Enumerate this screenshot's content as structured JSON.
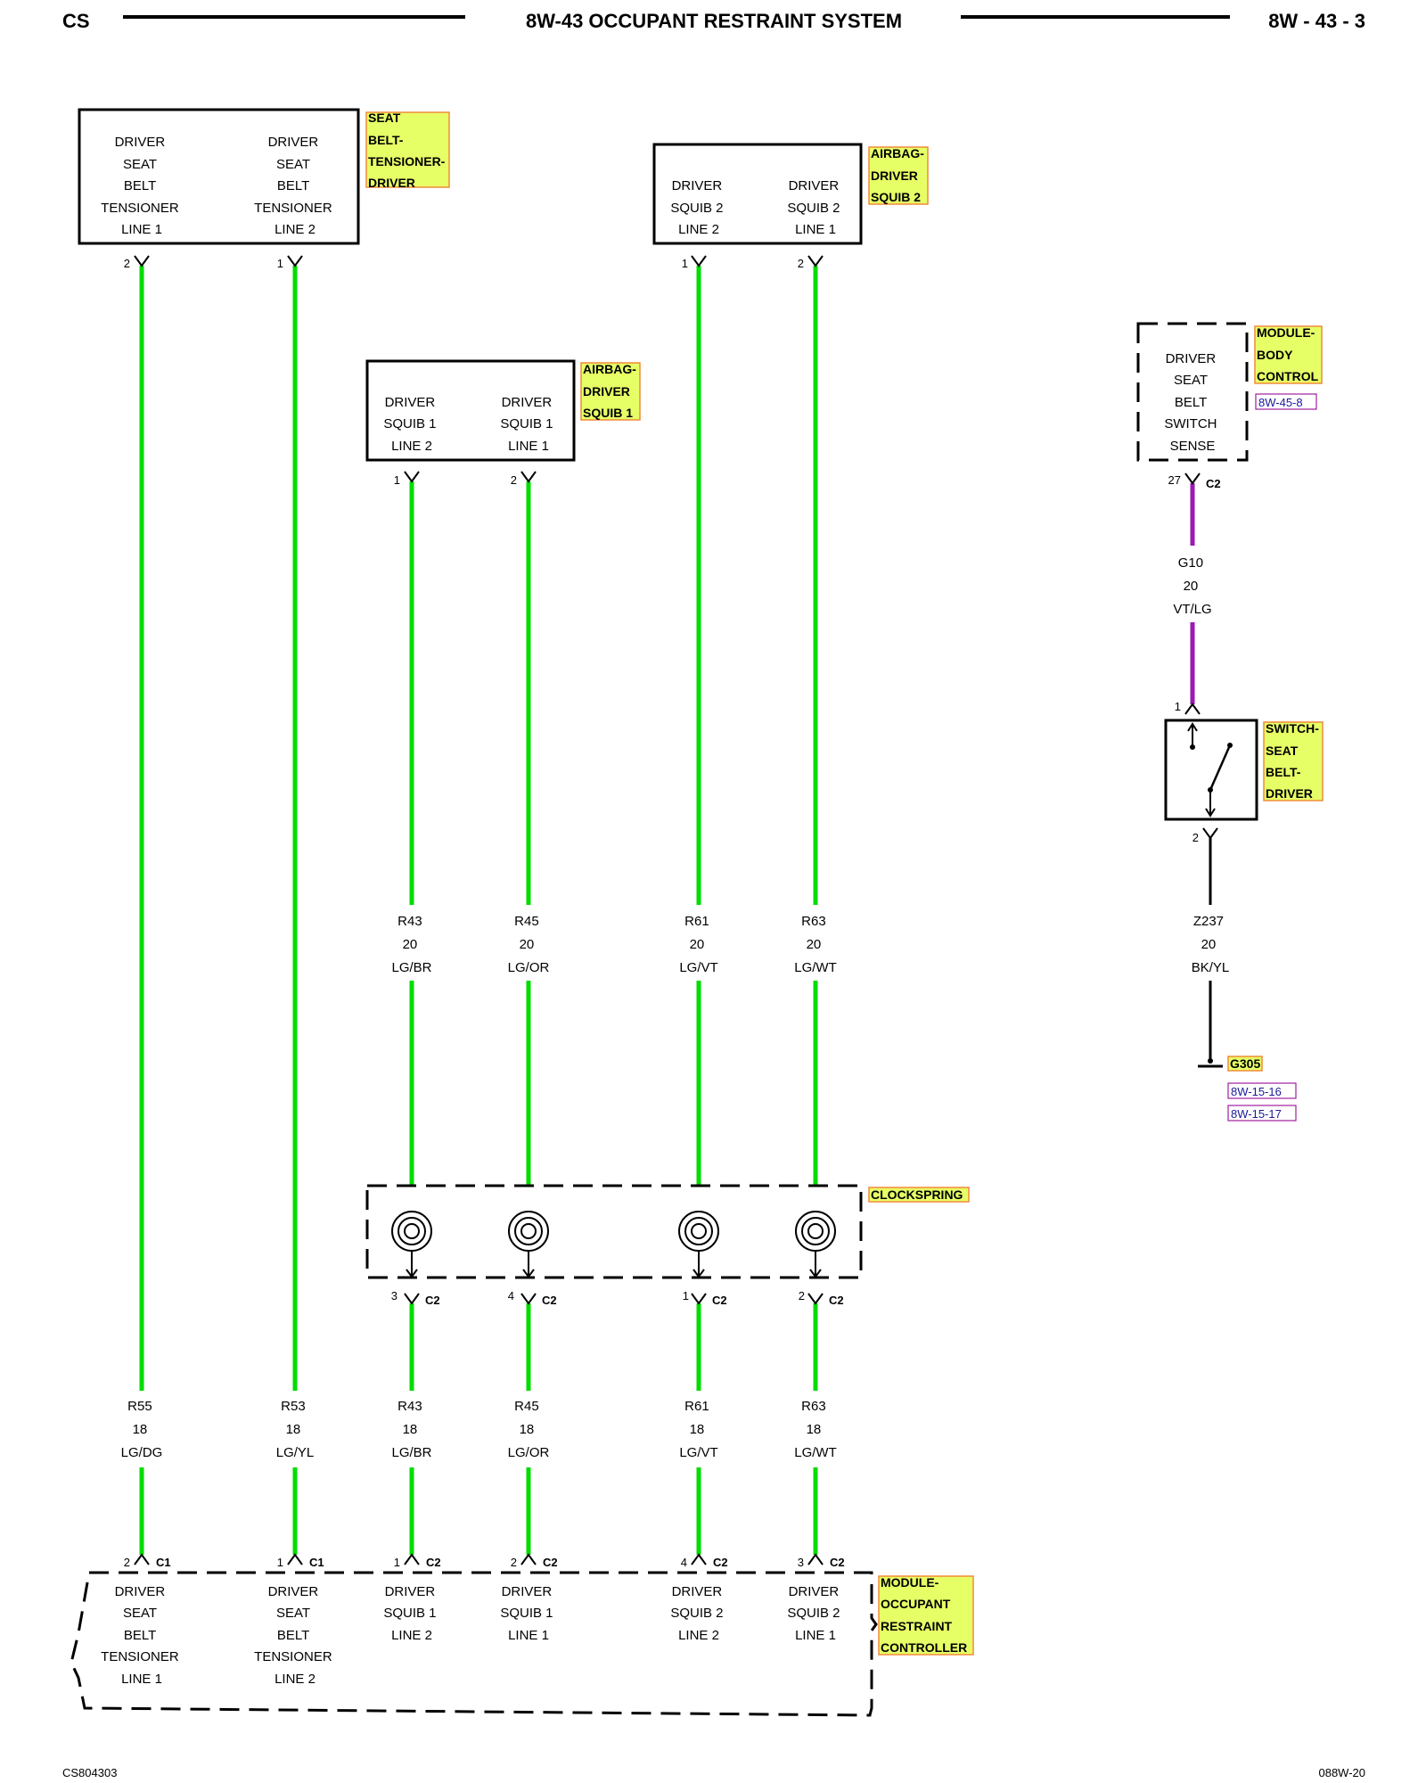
{
  "header": {
    "left": "CS",
    "title": "8W-43 OCCUPANT RESTRAINT SYSTEM",
    "right": "8W - 43 - 3"
  },
  "footer": {
    "left": "CS804303",
    "right": "088W-20"
  },
  "components": {
    "tensioner": {
      "tag": [
        "SEAT",
        "BELT-",
        "TENSIONER-",
        "DRIVER"
      ],
      "line1": [
        "DRIVER",
        "SEAT",
        "BELT",
        "TENSIONER",
        "LINE 1"
      ],
      "line2": [
        "DRIVER",
        "SEAT",
        "BELT",
        "TENSIONER",
        "LINE 2"
      ]
    },
    "squib2": {
      "tag": [
        "AIRBAG-",
        "DRIVER",
        "SQUIB 2"
      ],
      "line2": [
        "DRIVER",
        "SQUIB 2",
        "LINE 2"
      ],
      "line1": [
        "DRIVER",
        "SQUIB 2",
        "LINE 1"
      ]
    },
    "squib1": {
      "tag": [
        "AIRBAG-",
        "DRIVER",
        "SQUIB 1"
      ],
      "line2": [
        "DRIVER",
        "SQUIB 1",
        "LINE 2"
      ],
      "line1": [
        "DRIVER",
        "SQUIB 1",
        "LINE 1"
      ]
    },
    "bcm": {
      "tag": [
        "MODULE-",
        "BODY",
        "CONTROL"
      ],
      "ref": "8W-45-8",
      "lines": [
        "DRIVER",
        "SEAT",
        "BELT",
        "SWITCH",
        "SENSE"
      ],
      "pin": "27",
      "conn": "C2"
    },
    "belt_switch": {
      "tag": [
        "SWITCH-",
        "SEAT",
        "BELT-",
        "DRIVER"
      ],
      "pin_top": "1",
      "pin_bottom": "2"
    },
    "ground": {
      "tag": "G305",
      "refs": [
        "8W-15-16",
        "8W-15-17"
      ]
    },
    "clockspring": {
      "tag": "CLOCKSPRING"
    },
    "orc": {
      "tag": [
        "MODULE-",
        "OCCUPANT",
        "RESTRAINT",
        "CONTROLLER"
      ],
      "columns": [
        [
          "DRIVER",
          "SEAT",
          "BELT",
          "TENSIONER",
          "LINE 1"
        ],
        [
          "DRIVER",
          "SEAT",
          "BELT",
          "TENSIONER",
          "LINE 2"
        ],
        [
          "DRIVER",
          "SQUIB 1",
          "LINE 2"
        ],
        [
          "DRIVER",
          "SQUIB 1",
          "LINE 1"
        ],
        [
          "DRIVER",
          "SQUIB 2",
          "LINE 2"
        ],
        [
          "DRIVER",
          "SQUIB 2",
          "LINE 1"
        ]
      ]
    }
  },
  "wires": {
    "g10": [
      "G10",
      "20",
      "VT/LG"
    ],
    "z237": [
      "Z237",
      "20",
      "BK/YL"
    ],
    "upper": [
      [
        "R43",
        "20",
        "LG/BR"
      ],
      [
        "R45",
        "20",
        "LG/OR"
      ],
      [
        "R61",
        "20",
        "LG/VT"
      ],
      [
        "R63",
        "20",
        "LG/WT"
      ]
    ],
    "lower": [
      [
        "R55",
        "18",
        "LG/DG"
      ],
      [
        "R53",
        "18",
        "LG/YL"
      ],
      [
        "R43",
        "18",
        "LG/BR"
      ],
      [
        "R45",
        "18",
        "LG/OR"
      ],
      [
        "R61",
        "18",
        "LG/VT"
      ],
      [
        "R63",
        "18",
        "LG/WT"
      ]
    ]
  },
  "pins": {
    "tensioner": [
      "2",
      "1"
    ],
    "squib1": [
      "1",
      "2"
    ],
    "squib2": [
      "1",
      "2"
    ],
    "clockspring_out": [
      {
        "pin": "3",
        "conn": "C2"
      },
      {
        "pin": "4",
        "conn": "C2"
      },
      {
        "pin": "1",
        "conn": "C2"
      },
      {
        "pin": "2",
        "conn": "C2"
      }
    ],
    "orc": [
      {
        "pin": "2",
        "conn": "C1"
      },
      {
        "pin": "1",
        "conn": "C1"
      },
      {
        "pin": "1",
        "conn": "C2"
      },
      {
        "pin": "2",
        "conn": "C2"
      },
      {
        "pin": "4",
        "conn": "C2"
      },
      {
        "pin": "3",
        "conn": "C2"
      }
    ]
  }
}
